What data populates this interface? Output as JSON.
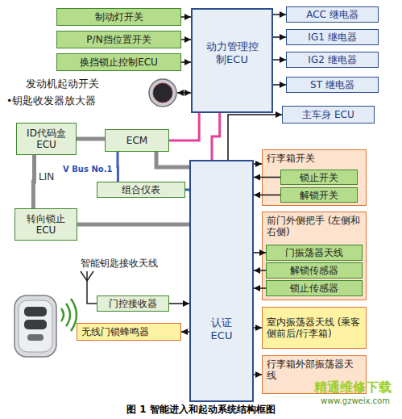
{
  "diagram": {
    "caption": "图 1 智能进入和起动系统结构框图",
    "nodes": [
      {
        "text": [
          "制动灯开关"
        ]
      },
      {
        "text": [
          "P/N挡位置开关"
        ]
      },
      {
        "text": [
          "换挡锁止控制ECU"
        ]
      },
      {
        "text": [
          "动力管理控制ECU"
        ]
      },
      {
        "text": [
          "ACC 继电器"
        ]
      },
      {
        "text": [
          "IG1 继电器"
        ]
      },
      {
        "text": [
          "IG2 继电器"
        ]
      },
      {
        "text": [
          "ST 继电器"
        ]
      },
      {
        "text": [
          "发动机起动开关",
          "•钥匙收发器放大器"
        ]
      },
      {
        "text": [
          "主车身 ECU"
        ]
      },
      {
        "text": [
          "ID代码盒 ECU"
        ]
      },
      {
        "text": [
          "ECM"
        ]
      },
      {
        "text": [
          "组合仪表"
        ]
      },
      {
        "text": [
          "认证 ECU"
        ]
      },
      {
        "text": [
          "转向锁止 ECU"
        ]
      },
      {
        "text": [
          "门控接收器"
        ]
      },
      {
        "text": [
          "无线门锁蜂鸣器"
        ]
      },
      {
        "text": [
          "行李箱开关"
        ]
      },
      {
        "text": [
          "锁止开关"
        ],
        "in": 17
      },
      {
        "text": [
          "解锁开关"
        ],
        "in": 17
      },
      {
        "text": [
          "前门外侧把手 (左侧和右侧)"
        ]
      },
      {
        "text": [
          "门振荡器天线"
        ],
        "in": 20
      },
      {
        "text": [
          "解锁传感器"
        ],
        "in": 20
      },
      {
        "text": [
          "锁止传感器"
        ],
        "in": 20
      },
      {
        "text": [
          "室内振荡器天线 (乘客侧前后/行李箱)"
        ]
      },
      {
        "text": [
          "行李箱外部振荡器天线"
        ]
      }
    ],
    "edges": [
      {
        "from": 0,
        "to": 3,
        "arrow": "to"
      },
      {
        "from": 1,
        "to": 3,
        "arrow": "to"
      },
      {
        "from": 2,
        "to": 3,
        "arrow": "to"
      },
      {
        "from": 3,
        "to": 4,
        "arrow": "to"
      },
      {
        "from": 3,
        "to": 5,
        "arrow": "to"
      },
      {
        "from": 3,
        "to": 6,
        "arrow": "to"
      },
      {
        "from": 3,
        "to": 7,
        "arrow": "to"
      },
      {
        "from": 3,
        "to": 8,
        "arrow": "both"
      },
      {
        "from": 13,
        "to": 9,
        "arrow": "to"
      },
      {
        "from": 3,
        "to": 13,
        "arrow": "none"
      },
      {
        "from": 3,
        "to": 11,
        "arrow": "none"
      },
      {
        "from": 10,
        "to": 11,
        "arrow": "none"
      },
      {
        "from": 11,
        "to": 13,
        "arrow": "none"
      },
      {
        "from": 10,
        "to": 14,
        "arrow": "none"
      },
      {
        "from": 14,
        "to": 13,
        "arrow": "none"
      },
      {
        "from": 11,
        "to": 12,
        "arrow": "none"
      },
      {
        "from": 12,
        "to": 13,
        "arrow": "none"
      },
      {
        "from": 13,
        "to": 17,
        "arrow": "to"
      },
      {
        "from": 18,
        "to": 13,
        "arrow": "to"
      },
      {
        "from": 19,
        "to": 13,
        "arrow": "to"
      },
      {
        "from": 13,
        "to": 21,
        "arrow": "to"
      },
      {
        "from": 22,
        "to": 13,
        "arrow": "to"
      },
      {
        "from": 23,
        "to": 13,
        "arrow": "to"
      },
      {
        "from": 13,
        "to": 24,
        "arrow": "to"
      },
      {
        "from": 13,
        "to": 25,
        "arrow": "to"
      },
      {
        "from": 15,
        "to": 13,
        "arrow": "to"
      },
      {
        "from": 13,
        "to": 16,
        "arrow": "to"
      }
    ],
    "labels": [
      "LIN",
      "V Bus No.1",
      "智能钥匙接收天线",
      "精通维修下载",
      "www.gzweix.com"
    ]
  }
}
